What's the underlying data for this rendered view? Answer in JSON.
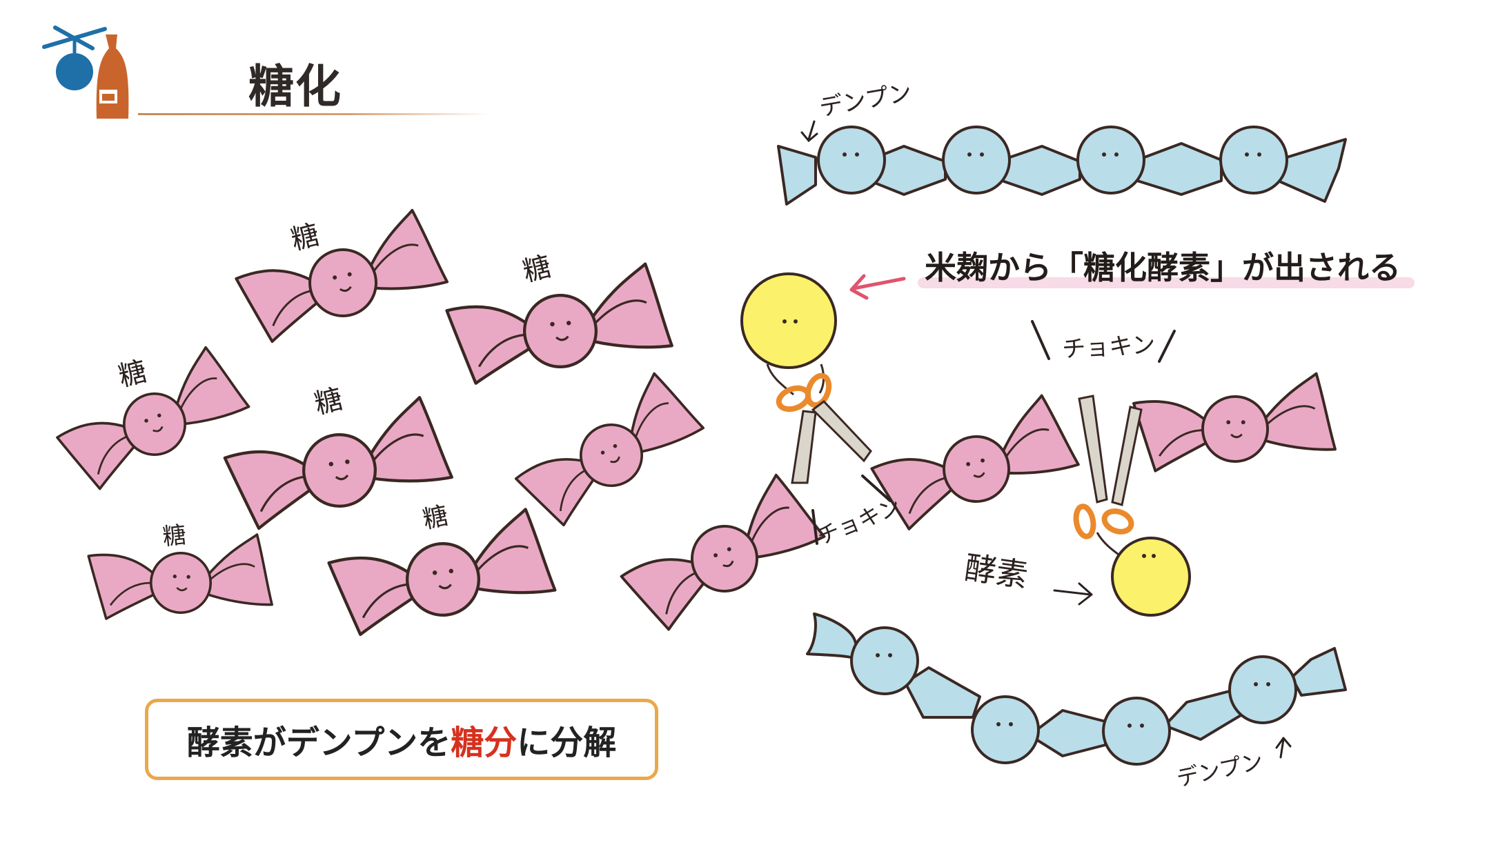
{
  "header": {
    "title": "糖化"
  },
  "labels": {
    "starch_top": "デンプン",
    "starch_bottom": "デンプン",
    "sugar": "糖",
    "snip_top": "チョキン",
    "snip_left": "チョキン",
    "enzyme": "酵素"
  },
  "enzyme_message": "米麹から「糖化酵素」が出される",
  "summary": {
    "before": "酵素がデンプンを",
    "highlight": "糖分",
    "after": "に分解"
  },
  "colors": {
    "sugar_pink": "#e9a9c4",
    "starch_blue": "#b9dde9",
    "enzyme_yellow": "#fbf16a",
    "scissor_handle": "#ea8a2c",
    "arrow_pink": "#e0546d",
    "box_border": "#eaa84a",
    "highlight_red": "#d6311f",
    "logo_blue": "#1f6fa8",
    "logo_orange": "#c9652c"
  }
}
